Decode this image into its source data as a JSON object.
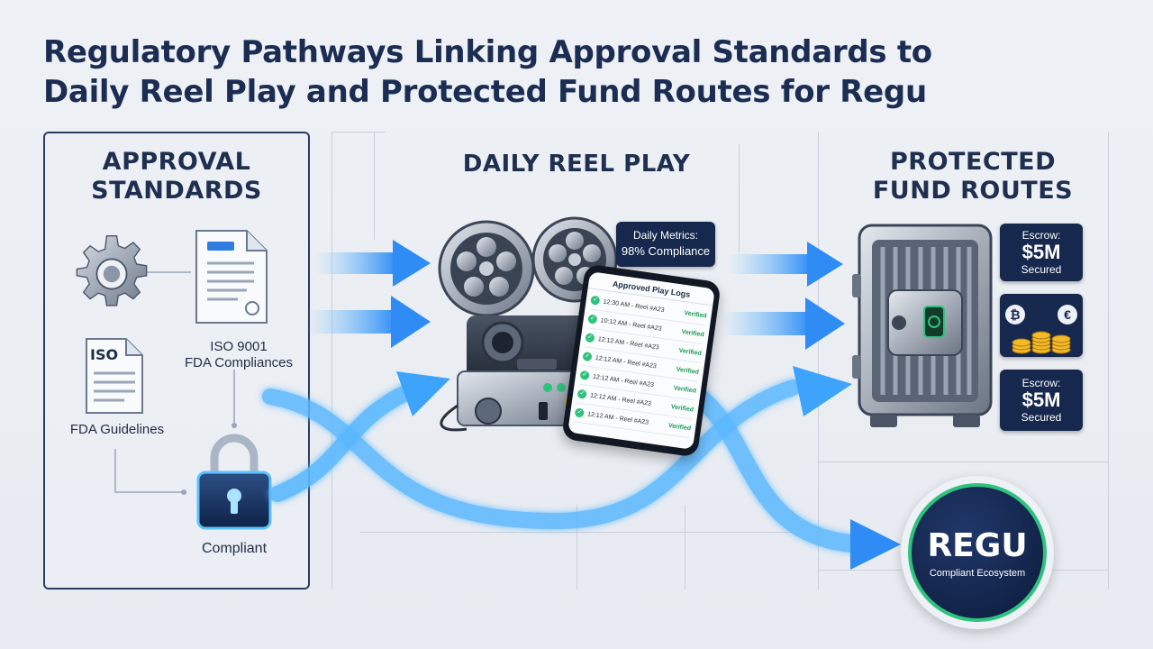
{
  "title_line1": "Regulatory Pathways Linking Approval Standards to",
  "title_line2": "Daily Reel Play and Protected Fund Routes for Regu",
  "columns": {
    "approval": {
      "heading_line1": "APPROVAL",
      "heading_line2": "STANDARDS"
    },
    "reel": {
      "heading": "DAILY REEL PLAY"
    },
    "fund": {
      "heading_line1": "PROTECTED",
      "heading_line2": "FUND ROUTES"
    }
  },
  "approval_items": {
    "iso_doc_label": "ISO",
    "iso_text_line1": "ISO 9001",
    "iso_text_line2": "FDA Compliances",
    "fda_label": "FDA Guidelines",
    "lock_label": "Compliant"
  },
  "reel": {
    "metrics_line1": "Daily Metrics:",
    "metrics_line2": "98% Compliance",
    "phone_header": "Approved Play Logs",
    "log_rows": [
      {
        "entry": "12:30 AM - Reel #A23",
        "status": "Verified"
      },
      {
        "entry": "10:12 AM - Reel #A23",
        "status": "Verified"
      },
      {
        "entry": "12:12 AM - Reel #A23",
        "status": "Verified"
      },
      {
        "entry": "12:12 AM - Reel #A23",
        "status": "Verified"
      },
      {
        "entry": "12:12 AM - Reel #A23",
        "status": "Verified"
      },
      {
        "entry": "12:12 AM - Reel #A23",
        "status": "Verified"
      },
      {
        "entry": "12:12 AM - Reel #A23",
        "status": "Verified"
      }
    ]
  },
  "fund": {
    "escrow_top": {
      "label": "Escrow:",
      "amount": "$5M",
      "status": "Secured"
    },
    "escrow_bottom": {
      "label": "Escrow:",
      "amount": "$5M",
      "status": "Secured"
    },
    "crypto_symbols": [
      "₿",
      "€"
    ]
  },
  "regu": {
    "name": "REGU",
    "tagline": "Compliant Ecosystem"
  },
  "colors": {
    "navy": "#16284d",
    "arrow_blue": "#2f8cf5",
    "glow_blue": "#6ec6ff",
    "accent_green": "#2ec27e"
  }
}
